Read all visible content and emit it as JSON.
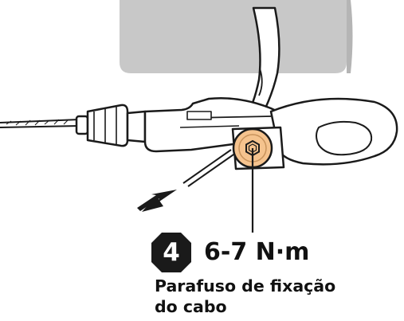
{
  "step": {
    "number": "4",
    "badge_color": "#1a1a1a"
  },
  "torque": {
    "value": "6-7 N·m"
  },
  "caption": {
    "line1": "Parafuso de fixação",
    "line2": "do cabo"
  },
  "colors": {
    "bar_fill": "#c8c8c8",
    "bolt_fill": "#f5c38e",
    "line": "#1a1a1a"
  },
  "icons": {
    "bolt": "hex-bolt-icon",
    "arrow": "pull-direction-arrow-icon"
  }
}
